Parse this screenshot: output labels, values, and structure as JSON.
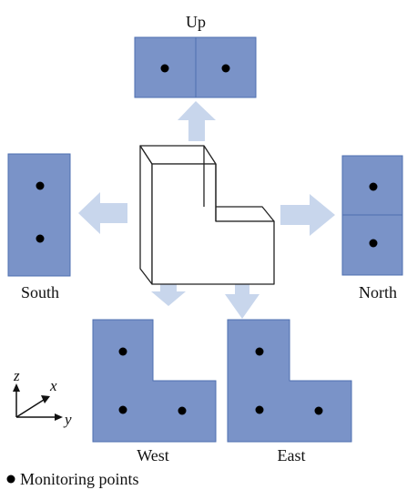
{
  "colors": {
    "panel_fill": "#7a93c8",
    "panel_stroke": "#4e6fb0",
    "arrow_fill": "#c8d6ec",
    "point": "#000000",
    "outline": "#222222"
  },
  "views": {
    "up": {
      "label": "Up"
    },
    "south": {
      "label": "South"
    },
    "north": {
      "label": "North"
    },
    "west": {
      "label": "West"
    },
    "east": {
      "label": "East"
    }
  },
  "axes": {
    "z": "z",
    "x": "x",
    "y": "y"
  },
  "legend": {
    "label": "Monitoring points"
  }
}
